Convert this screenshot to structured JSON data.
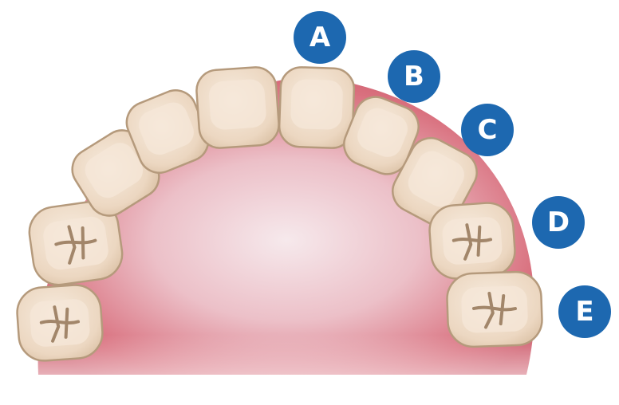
{
  "labels": [
    {
      "id": "A",
      "text": "A"
    },
    {
      "id": "B",
      "text": "B"
    },
    {
      "id": "C",
      "text": "C"
    },
    {
      "id": "D",
      "text": "D"
    },
    {
      "id": "E",
      "text": "E"
    }
  ],
  "colors": {
    "badge": "#1d68b0",
    "badge_text": "#ffffff",
    "tooth_fill": "#efdcc7",
    "tooth_outline": "#b59a7c",
    "palate": "#d9707e"
  },
  "icons": [
    "upper-dental-arch",
    "tooth-icon"
  ]
}
